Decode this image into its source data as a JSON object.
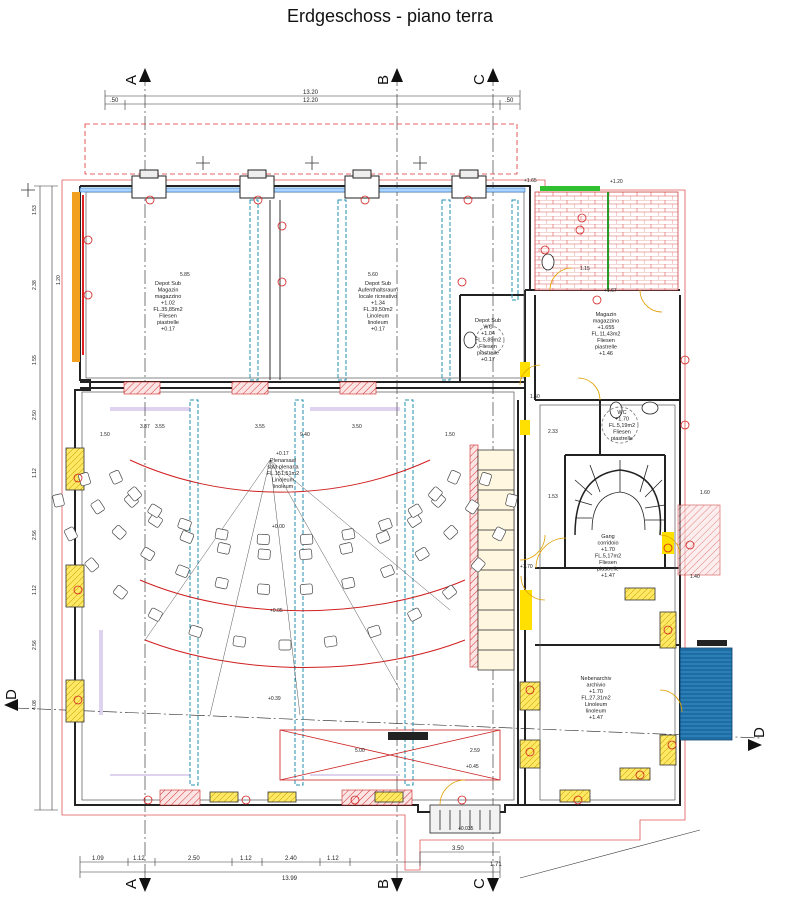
{
  "title": "Erdgeschoss - piano terra",
  "axes": {
    "a": "A",
    "b": "B",
    "c": "C",
    "d": "D"
  },
  "dims_top": {
    "total": "13.20",
    "inner": "12.20",
    "left": ".50",
    "right": ".50"
  },
  "dims_bottom": {
    "total": "13.99",
    "inner": "3.50",
    "small": "1.71",
    "parts": [
      "1.09",
      "1.12",
      "2.50",
      "1.12",
      "2.40",
      "1.12"
    ]
  },
  "rooms": [
    {
      "name": "Depot Sub\nMagazin\nmagazzino",
      "level": "+1.02",
      "area": "FL.35,85m2",
      "floor": "Fliesen\npiastrelle",
      "height": "+0.17"
    },
    {
      "name": "Depot Sub\nAufenthaltsraum\nlocale ricreativo",
      "level": "+1.34",
      "area": "FL.39,50m2",
      "floor": "Linoleum\nlinoleum",
      "height": "+0.17"
    },
    {
      "name": "Depot Sub\nWC",
      "level": "+1.04",
      "area": "FL.5,89m2",
      "floor": "Fliesen\npiastrelle",
      "height": "+0.17"
    },
    {
      "name": "Magazin\nmagazzino",
      "level": "+1.655",
      "area": "FL.11,43m2",
      "floor": "Fliesen\npiastrelle",
      "height": "+1.46"
    },
    {
      "name": "WC",
      "level": "+1.70",
      "area": "FL.5,19m2",
      "floor": "Fliesen\npiastrelle",
      "height": ""
    },
    {
      "name": "Plenarsaal\nsala plenaria",
      "level": "",
      "area": "FL.151,51m2",
      "floor": "Linoleum\nlinoleum",
      "height": ""
    },
    {
      "name": "Gang\ncorridoio",
      "level": "+1.70",
      "area": "FL.5,17m2",
      "floor": "Fliesen\npiastrelle",
      "height": "+1.47"
    },
    {
      "name": "Nebenarchiv\narchivio",
      "level": "+1.70",
      "area": "FL.27,31m2",
      "floor": "Linoleum\nlinoleum",
      "height": "+1.47"
    }
  ],
  "levels": [
    "+0.00",
    "+0.05",
    "+0.39",
    "+0.45",
    "+1.65",
    "+1.67",
    "+1.70",
    "+1.20",
    "+0.035",
    "+0.17"
  ],
  "dims_inner": [
    "5.85",
    "5.60",
    "3.55",
    "3.50",
    "3.55",
    "3.87",
    "1.50",
    "9.40",
    "1.50",
    "1.50",
    "5.00",
    "2.59",
    "1.15",
    "1.40",
    "1.60",
    "2.33",
    "1.53"
  ],
  "dims_left": [
    "1.53",
    "2.38",
    "1.55",
    "2.50",
    "1.12",
    "2.56",
    "1.12",
    "2.56",
    "4.08",
    "1.20"
  ]
}
